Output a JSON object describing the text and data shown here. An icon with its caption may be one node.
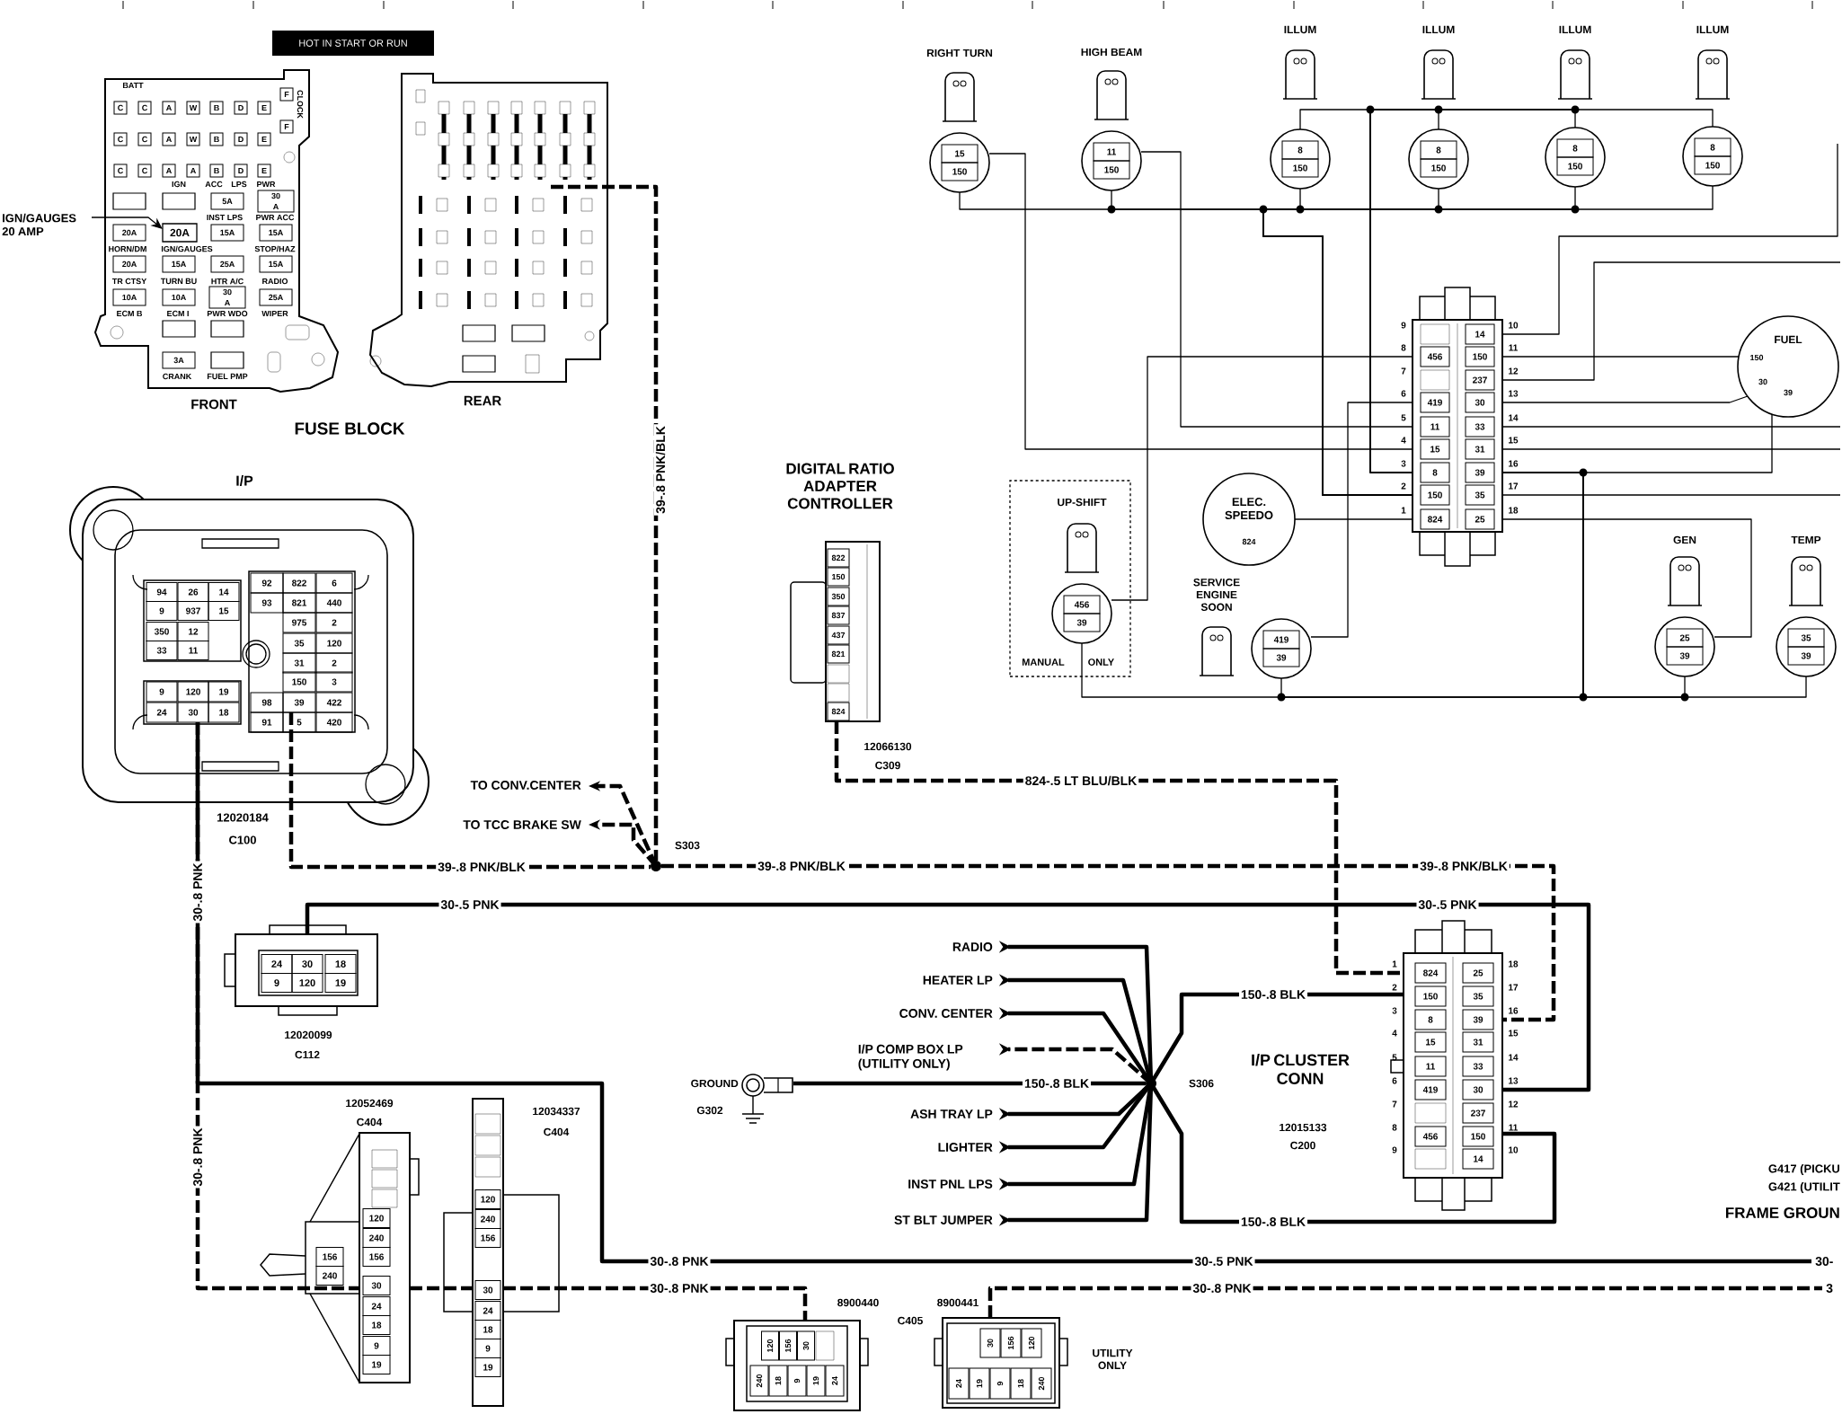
{
  "diagram": {
    "nodes": [
      {
        "text": [
          "HOT IN START OR RUN"
        ]
      },
      {
        "text": [
          "FRONT"
        ]
      },
      {
        "text": [
          "20A"
        ],
        "in": 1,
        "beside": [
          "IGN/GAUGES"
        ]
      },
      {
        "text": [
          "IGN/GAUGES 20 AMP"
        ]
      },
      {
        "text": [
          "REAR"
        ]
      },
      {
        "text": [
          "I/P"
        ],
        "beside": [
          "12020184",
          "C100"
        ]
      },
      {
        "text": [],
        "shape": "circle",
        "beside": [
          "S303"
        ]
      },
      {
        "text": [
          "TO CONV.CENTER"
        ]
      },
      {
        "text": [
          "TO TCC BRAKE SW"
        ]
      },
      {
        "text": [],
        "shape": "box",
        "beside": [
          "12020099",
          "C112"
        ]
      },
      {
        "text": [
          "DIGITAL RATIO ADAPTER CONTROLLER"
        ],
        "beside": [
          "12066130",
          "C309"
        ]
      },
      {
        "text": [],
        "shape": "socket"
      },
      {
        "text": [],
        "shape": "socket"
      },
      {
        "text": [],
        "shape": "socket"
      },
      {
        "text": [],
        "shape": "socket"
      },
      {
        "text": [],
        "shape": "socket"
      },
      {
        "text": [],
        "shape": "socket"
      },
      {
        "text": [
          "MANUAL ONLY"
        ]
      },
      {
        "text": [],
        "shape": "socket",
        "in": 17
      },
      {
        "text": [
          "ELEC. SPEEDO",
          "824"
        ]
      },
      {
        "text": [],
        "shape": "socket"
      },
      {
        "text": [],
        "shape": "box"
      },
      {
        "text": [
          "FUEL"
        ]
      },
      {
        "text": [],
        "shape": "socket"
      },
      {
        "text": [],
        "shape": "socket"
      },
      {
        "text": [],
        "shape": "circle",
        "beside": [
          "S306"
        ]
      },
      {
        "text": [],
        "shape": "terminal",
        "beside": [
          "GROUND",
          "G302"
        ]
      },
      {
        "text": [
          "RADIO"
        ]
      },
      {
        "text": [
          "HEATER LP"
        ]
      },
      {
        "text": [
          "CONV. CENTER"
        ]
      },
      {
        "text": [
          "I/P COMP BOX LP (UTILITY ONLY)"
        ]
      },
      {
        "text": [
          "ASH TRAY LP"
        ]
      },
      {
        "text": [
          "LIGHTER"
        ]
      },
      {
        "text": [
          "INST PNL LPS"
        ]
      },
      {
        "text": [
          "ST BLT JUMPER"
        ]
      },
      {
        "text": [
          "I/P CLUSTER CONN"
        ],
        "beside": [
          "12015133",
          "C200"
        ]
      },
      {
        "text": [],
        "shape": "box",
        "beside": [
          "12052469",
          "C404"
        ]
      },
      {
        "text": [],
        "shape": "box",
        "beside": [
          "12034337",
          "C404"
        ]
      },
      {
        "text": [],
        "shape": "box",
        "beside": [
          "8900440",
          "C405"
        ]
      },
      {
        "text": [],
        "shape": "box",
        "beside": [
          "8900441",
          "UTILITY ONLY"
        ]
      },
      {
        "text": [
          "30-"
        ]
      },
      {
        "text": [
          "3"
        ]
      },
      {
        "text": [
          "RIGHT TURN"
        ]
      },
      {
        "text": [
          "HIGH BEAM"
        ]
      },
      {
        "text": [
          "ILLUM"
        ]
      },
      {
        "text": [
          "ILLUM"
        ]
      },
      {
        "text": [
          "ILLUM"
        ]
      },
      {
        "text": [
          "ILLUM"
        ]
      },
      {
        "text": [
          "UP-SHIFT"
        ],
        "in": 17
      },
      {
        "text": [
          "SERVICE ENGINE SOON"
        ]
      },
      {
        "text": [
          "GEN"
        ]
      },
      {
        "text": [
          "TEMP"
        ]
      }
    ],
    "edges": [
      {
        "from": 3,
        "to": 2,
        "arrow": "to"
      },
      {
        "from": 4,
        "to": 6,
        "arrow": "none",
        "label": "39-.8 PNK/BLK",
        "style": "dashed"
      },
      {
        "from": 5,
        "to": 6,
        "arrow": "none",
        "label": "39-.8 PNK/BLK",
        "style": "dashed"
      },
      {
        "from": 6,
        "to": 7,
        "arrow": "to",
        "style": "dashed"
      },
      {
        "from": 6,
        "to": 8,
        "arrow": "to",
        "style": "dashed"
      },
      {
        "from": 6,
        "to": 35,
        "arrow": "none",
        "label": "39-.8 PNK/BLK",
        "style": "dashed"
      },
      {
        "from": 10,
        "to": 35,
        "arrow": "none",
        "label": "824-.5 LT BLU/BLK",
        "style": "dashed"
      },
      {
        "from": 9,
        "to": 35,
        "arrow": "none",
        "label": "30-.5 PNK",
        "style": "thick"
      },
      {
        "from": 5,
        "to": 40,
        "arrow": "none",
        "label": "30-.8 PNK",
        "style": "thick"
      },
      {
        "from": 5,
        "to": 36,
        "arrow": "none",
        "label": "30-.8 PNK",
        "style": "dashed"
      },
      {
        "from": 36,
        "to": 37,
        "arrow": "none",
        "style": "dashed"
      },
      {
        "from": 37,
        "to": 38,
        "arrow": "none",
        "label": "30-.8 PNK",
        "style": "dashed"
      },
      {
        "from": 39,
        "to": 41,
        "arrow": "none",
        "label": "30-.8 PNK",
        "style": "dashed"
      },
      {
        "from": 26,
        "to": 25,
        "arrow": "none",
        "label": "150-.8 BLK",
        "style": "thick"
      },
      {
        "from": 25,
        "to": 35,
        "arrow": "none",
        "label": "150-.8 BLK",
        "style": "thick"
      },
      {
        "from": 25,
        "to": 35,
        "arrow": "none",
        "label": "150-.8 BLK",
        "style": "thick"
      },
      {
        "from": 25,
        "to": 27,
        "arrow": "other",
        "style": "thick"
      },
      {
        "from": 25,
        "to": 28,
        "arrow": "other",
        "style": "thick"
      },
      {
        "from": 25,
        "to": 29,
        "arrow": "other",
        "style": "thick"
      },
      {
        "from": 25,
        "to": 30,
        "arrow": "other",
        "style": "dashed"
      },
      {
        "from": 25,
        "to": 31,
        "arrow": "other",
        "style": "thick"
      },
      {
        "from": 25,
        "to": 32,
        "arrow": "other",
        "style": "thick"
      },
      {
        "from": 25,
        "to": 33,
        "arrow": "other",
        "style": "thick"
      },
      {
        "from": 25,
        "to": 34,
        "arrow": "other",
        "style": "thick"
      },
      {
        "from": 11,
        "to": 21,
        "arrow": "none"
      },
      {
        "from": 12,
        "to": 21,
        "arrow": "none"
      },
      {
        "from": 13,
        "to": 21,
        "arrow": "none"
      },
      {
        "from": 14,
        "to": 21,
        "arrow": "none"
      },
      {
        "from": 15,
        "to": 21,
        "arrow": "none"
      },
      {
        "from": 16,
        "to": 21,
        "arrow": "none"
      },
      {
        "from": 11,
        "to": 21,
        "arrow": "none"
      },
      {
        "from": 12,
        "to": 21,
        "arrow": "none"
      },
      {
        "from": 13,
        "to": 21,
        "arrow": "none"
      },
      {
        "from": 14,
        "to": 21,
        "arrow": "none"
      },
      {
        "from": 15,
        "to": 21,
        "arrow": "none"
      },
      {
        "from": 16,
        "to": 21,
        "arrow": "none"
      },
      {
        "from": 19,
        "to": 21,
        "arrow": "none"
      },
      {
        "from": 20,
        "to": 21,
        "arrow": "none"
      },
      {
        "from": 18,
        "to": 21,
        "arrow": "none"
      },
      {
        "from": 21,
        "to": 22,
        "arrow": "none"
      },
      {
        "from": 21,
        "to": 22,
        "arrow": "none"
      },
      {
        "from": 21,
        "to": 22,
        "arrow": "none"
      },
      {
        "from": 21,
        "to": 23,
        "arrow": "none"
      },
      {
        "from": 18,
        "to": 21,
        "arrow": "none"
      },
      {
        "from": 20,
        "to": 21,
        "arrow": "none"
      },
      {
        "from": 23,
        "to": 21,
        "arrow": "none"
      },
      {
        "from": 24,
        "to": 21,
        "arrow": "none"
      },
      {
        "from": 21,
        "to": null,
        "arrow": "none"
      },
      {
        "from": 21,
        "to": null,
        "arrow": "none"
      },
      {
        "from": 21,
        "to": null,
        "arrow": "none"
      },
      {
        "from": 21,
        "to": null,
        "arrow": "none"
      },
      {
        "from": 21,
        "to": null,
        "arrow": "none"
      }
    ],
    "labels": [
      "BATT",
      "CLOCK",
      "C",
      "C",
      "A",
      "W",
      "B",
      "D",
      "E",
      "F",
      "C",
      "C",
      "A",
      "W",
      "B",
      "D",
      "E",
      "F",
      "C",
      "C",
      "A",
      "A",
      "B",
      "D",
      "E",
      "IGN",
      "ACC",
      "LPS",
      "PWR",
      "5A",
      "30 A",
      "INST LPS",
      "PWR ACC",
      "20A",
      "15A",
      "15A",
      "HORN/DM",
      "STOP/HAZ",
      "20A",
      "15A",
      "25A",
      "15A",
      "TR CTSY",
      "TURN BU",
      "HTR A/C",
      "RADIO",
      "10A",
      "10A",
      "30 A",
      "25A",
      "ECM B",
      "ECM I",
      "PWR WDO",
      "WIPER",
      "3A",
      "CRANK",
      "FUEL PMP",
      "FUSE BLOCK",
      "94",
      "26",
      "14",
      "9",
      "937",
      "15",
      "350",
      "12",
      "33",
      "11",
      "9",
      "120",
      "19",
      "24",
      "30",
      "18",
      "92",
      "822",
      "6",
      "93",
      "821",
      "440",
      "975",
      "2",
      "35",
      "120",
      "31",
      "2",
      "150",
      "3",
      "98",
      "39",
      "422",
      "91",
      "5",
      "420",
      "24",
      "30",
      "18",
      "9",
      "120",
      "19",
      "822",
      "150",
      "350",
      "837",
      "437",
      "821",
      "824",
      "15",
      "150",
      "11",
      "150",
      "8",
      "150",
      "8",
      "150",
      "8",
      "150",
      "8",
      "150",
      "456",
      "39",
      "419",
      "39",
      "25",
      "39",
      "35",
      "39",
      "456",
      "419",
      "11",
      "15",
      "8",
      "150",
      "824",
      "14",
      "150",
      "237",
      "30",
      "33",
      "31",
      "39",
      "35",
      "25",
      "9",
      "8",
      "7",
      "6",
      "5",
      "4",
      "3",
      "2",
      "1",
      "10",
      "11",
      "12",
      "13",
      "14",
      "15",
      "16",
      "17",
      "18",
      "150",
      "30",
      "39",
      "824",
      "150",
      "8",
      "15",
      "11",
      "419",
      "456",
      "25",
      "35",
      "39",
      "31",
      "33",
      "30",
      "237",
      "150",
      "14",
      "1",
      "2",
      "3",
      "4",
      "5",
      "6",
      "7",
      "8",
      "9",
      "18",
      "17",
      "16",
      "15",
      "14",
      "13",
      "12",
      "11",
      "10",
      "120",
      "240",
      "156",
      "30",
      "24",
      "18",
      "9",
      "19",
      "156",
      "240",
      "120",
      "240",
      "156",
      "30",
      "24",
      "18",
      "9",
      "19",
      "120",
      "156",
      "30",
      "240",
      "18",
      "9",
      "19",
      "24",
      "30",
      "156",
      "120",
      "24",
      "19",
      "9",
      "18",
      "240",
      "39-.8 PNK/BLK",
      "30-.5 PNK",
      "30-.8 PNK",
      "30-.5 PNK",
      "G417 (PICKU",
      "G421 (UTILIT",
      "FRAME GROUN"
    ]
  }
}
